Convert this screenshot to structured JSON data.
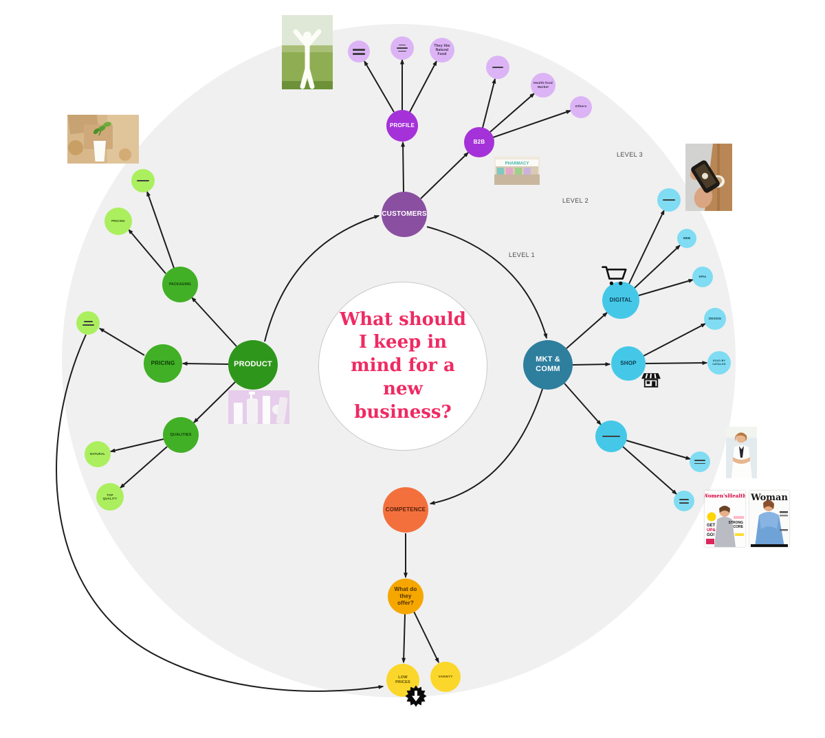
{
  "center": {
    "question": "What should\nI keep in\nmind for a\nnew\nbusiness?"
  },
  "levels": {
    "one": "LEVEL 1",
    "two": "LEVEL 2",
    "three": "LEVEL 3"
  },
  "palette": {
    "pink": "#ef2a62",
    "purple": "#8a4fa0",
    "violet": "#a432d8",
    "violet-light": "#dcb4f5",
    "green-dark": "#2f961c",
    "green": "#41b026",
    "green-light": "#abef5f",
    "teal": "#2e7e9e",
    "cyan": "#45c8e8",
    "cyan-light": "#7fdcf2",
    "orange": "#f3703d",
    "amber": "#f5a700",
    "yellow": "#fbd72b",
    "ink": "#1c1c1c"
  },
  "nodes": {
    "customers": "CUSTOMERS",
    "profile": "PROFILE",
    "profile_c3": "They like Natural Food",
    "b2b": "B2B",
    "b2b_c2": "Health-food Market",
    "b2b_c3": "Others",
    "product": "PRODUCT",
    "packaging": "PACKAGING",
    "pricing": "PRICING",
    "pricing_alt": "PRICING",
    "qualities": "QUALITIES",
    "natural": "NATURAL",
    "top_quality": "TOP QUALITY",
    "mkt_comm": "MKT & COMM",
    "digital": "DIGITAL",
    "shop": "SHOP",
    "web": "WEB",
    "kpis": "KPIs",
    "design": "DESIGN",
    "catalog": "SOLD BY CATALOG",
    "competence": "COMPETENCE",
    "offer": "What do they offer?",
    "low_prices": "LOW PRICES",
    "variety": "VARIETY"
  },
  "images": {
    "pharmacy_sign": "PHARMACY",
    "mag_wh_title": "Women'sHealth",
    "mag_wh_line1": "GET UP & GO!",
    "mag_wh_line2": "STRONG CORE",
    "mag_woman_title": "Woman"
  },
  "icons": {
    "cart": "shopping-cart",
    "store": "storefront",
    "badge": "price-drop-badge"
  }
}
